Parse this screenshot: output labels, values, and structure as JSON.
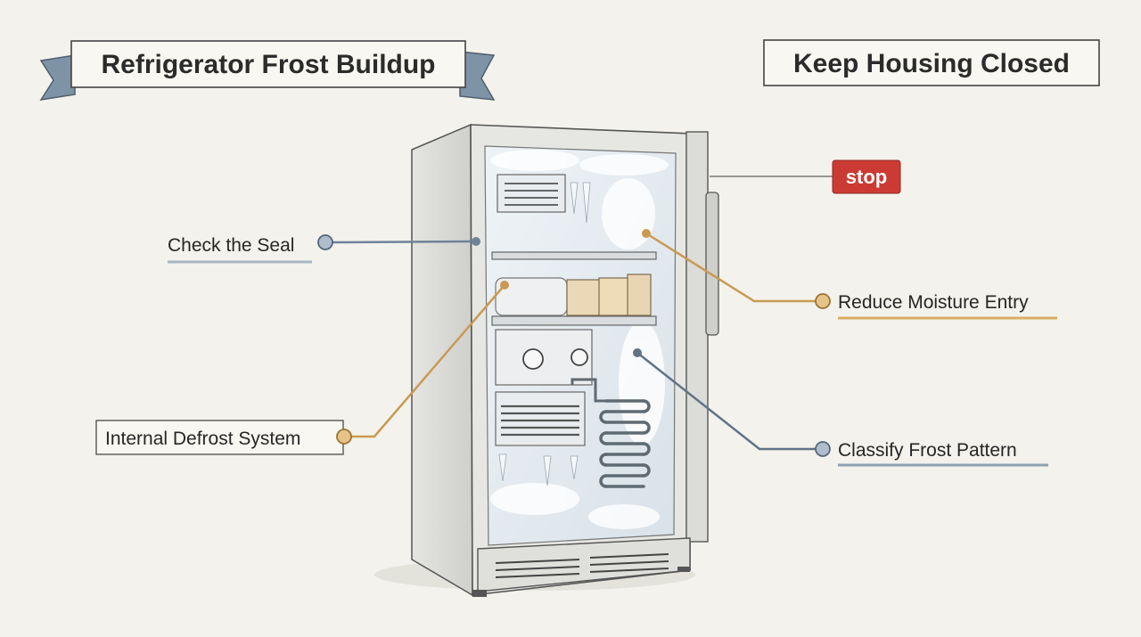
{
  "title": "Refrigerator Frost Buildup",
  "header_right": "Keep Housing Closed",
  "stop_label": "stop",
  "callouts": {
    "check_seal": "Check the Seal",
    "reduce_moisture": "Reduce Moisture Entry",
    "internal_defrost": "Internal Defrost System",
    "classify_frost": "Classify Frost Pattern"
  },
  "colors": {
    "background": "#f3f2ec",
    "banner_ribbon": "#7f93a6",
    "gold": "#c99a52",
    "slate": "#6d8397",
    "stop_red": "#cc3b33"
  }
}
